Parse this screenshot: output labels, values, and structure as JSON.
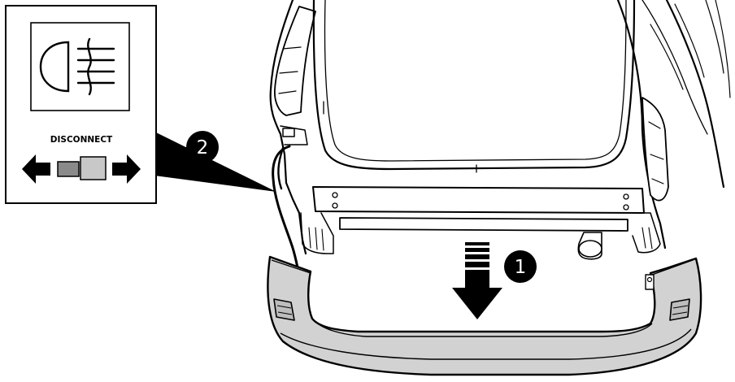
{
  "inset": {
    "icon": "rear-fog-lamp-icon",
    "label": "DISCONNECT",
    "left_arrow_icon": "arrow-left-icon",
    "right_arrow_icon": "arrow-right-icon",
    "connector_icon": "connector-plug-icon"
  },
  "steps": [
    {
      "number": "1",
      "icon": "arrow-down-icon"
    },
    {
      "number": "2",
      "icon": "callout-pointer-icon"
    }
  ],
  "colors": {
    "line": "#000000",
    "bumper_fill": "#d2d2d2",
    "connector_dark": "#8a8a8a",
    "connector_light": "#c8c8c8",
    "callout_fill": "#000000",
    "background": "#ffffff"
  }
}
